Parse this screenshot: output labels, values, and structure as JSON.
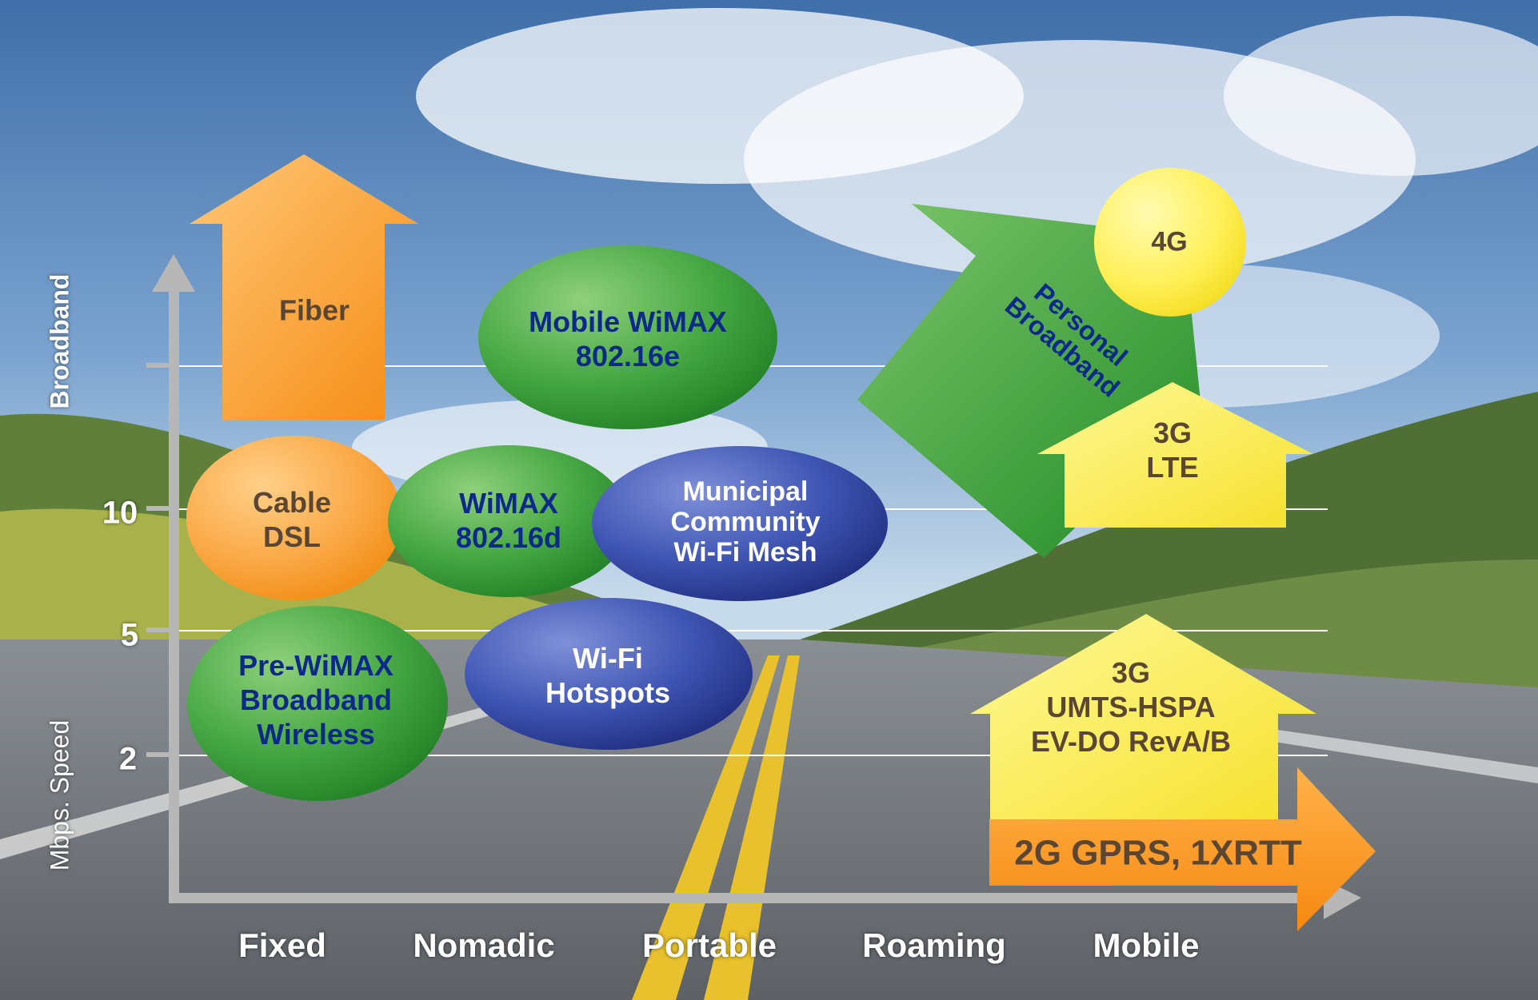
{
  "y_axis": {
    "title_top": "Broadband",
    "title_bottom": "Mbps. Speed",
    "ticks": [
      "10",
      "5",
      "2"
    ]
  },
  "x_axis": {
    "categories": [
      "Fixed",
      "Nomadic",
      "Portable",
      "Roaming",
      "Mobile"
    ]
  },
  "nodes": {
    "fiber": "Fiber",
    "cable_dsl": [
      "Cable",
      "DSL"
    ],
    "pre_wimax": [
      "Pre-WiMAX",
      "Broadband",
      "Wireless"
    ],
    "mobile_wimax": [
      "Mobile WiMAX",
      "802.16e"
    ],
    "wimax_d": [
      "WiMAX",
      "802.16d"
    ],
    "municipal": [
      "Municipal",
      "Community",
      "Wi-Fi Mesh"
    ],
    "wifi_hotspots": [
      "Wi-Fi",
      "Hotspots"
    ],
    "personal_broadband": [
      "Personal",
      "Broadband"
    ],
    "g4": "4G",
    "g3_lte": [
      "3G",
      "LTE"
    ],
    "g3_umts": [
      "3G",
      "UMTS-HSPA",
      "EV-DO RevA/B"
    ],
    "g2": "2G GPRS, 1XRTT"
  },
  "colors": {
    "orange": "#f7941d",
    "green": "#3a9a3a",
    "blue": "#2e3f9e",
    "yellow": "#ffef4a",
    "navy_text": "#0d2a8a",
    "brown_text": "#5a4632",
    "white_text": "#ffffff"
  }
}
